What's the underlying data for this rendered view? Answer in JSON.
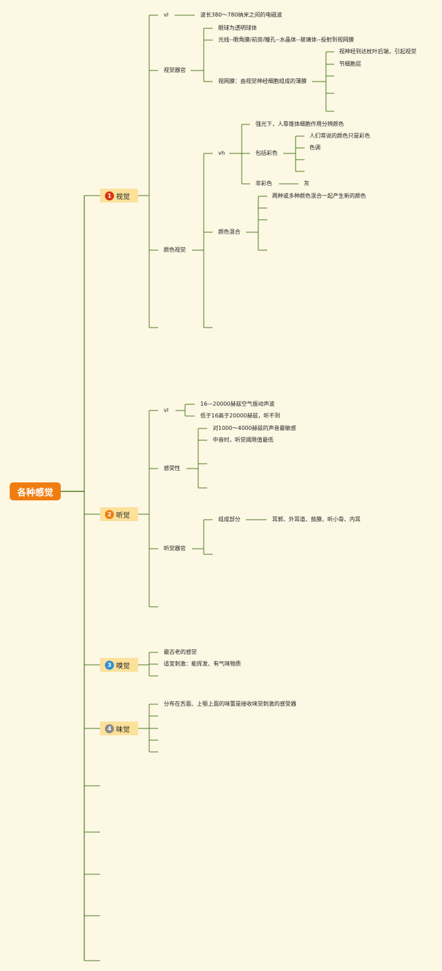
{
  "root": "各种感觉",
  "branches": [
    {
      "num": "1",
      "label": "视觉",
      "color": "#d9340f"
    },
    {
      "num": "2",
      "label": "听觉",
      "color": "#ef7c12"
    },
    {
      "num": "3",
      "label": "嗅觉",
      "color": "#2e8fd0"
    },
    {
      "num": "4",
      "label": "味觉",
      "color": "#8a8a8a"
    }
  ],
  "vision": {
    "vl": "vl",
    "vl_desc": "波长380～780纳米之间的电磁波",
    "organ": "视觉器官",
    "organ_items": [
      "眼球为透明球体",
      "光线--眼角膜/前房/瞳孔--水晶体--玻璃体--投射到视网膜",
      "视网膜：由视觉神经细胞组成的薄膜"
    ],
    "retina_items": [
      "视神经到达枕叶后端，引起视觉",
      "节细胞层"
    ],
    "color_vision": "颜色视觉",
    "vh": "vh",
    "vh_items": [
      "强光下，人靠锥体细胞作用分辨颜色",
      "包括彩色",
      "非彩色"
    ],
    "chromatic_items": [
      "人们常说的颜色只是彩色",
      "色调"
    ],
    "achromatic": "灰",
    "mixing": "颜色混合",
    "mixing_items": [
      "两种或多种颜色混合一起产生新的颜色"
    ]
  },
  "hearing": {
    "vl": "vl",
    "vl_items": [
      "16—20000赫兹空气振动声波",
      "低于16高于20000赫兹，听不到"
    ],
    "sensitivity": "感受性",
    "sens_items": [
      "对1000～4000赫兹的声音最敏感",
      "中音时，听觉阈限值最低"
    ],
    "organ": "听觉器官",
    "parts": "组成部分",
    "parts_desc": "耳郭、外耳道、鼓膜、听小骨、内耳"
  },
  "smell": {
    "items": [
      "最古老的感觉",
      "适宜刺激：能挥发、有气味物质"
    ]
  },
  "taste": {
    "items": [
      "分布在舌面、上颚上面的味蕾是接收味觉刺激的感受器"
    ]
  }
}
